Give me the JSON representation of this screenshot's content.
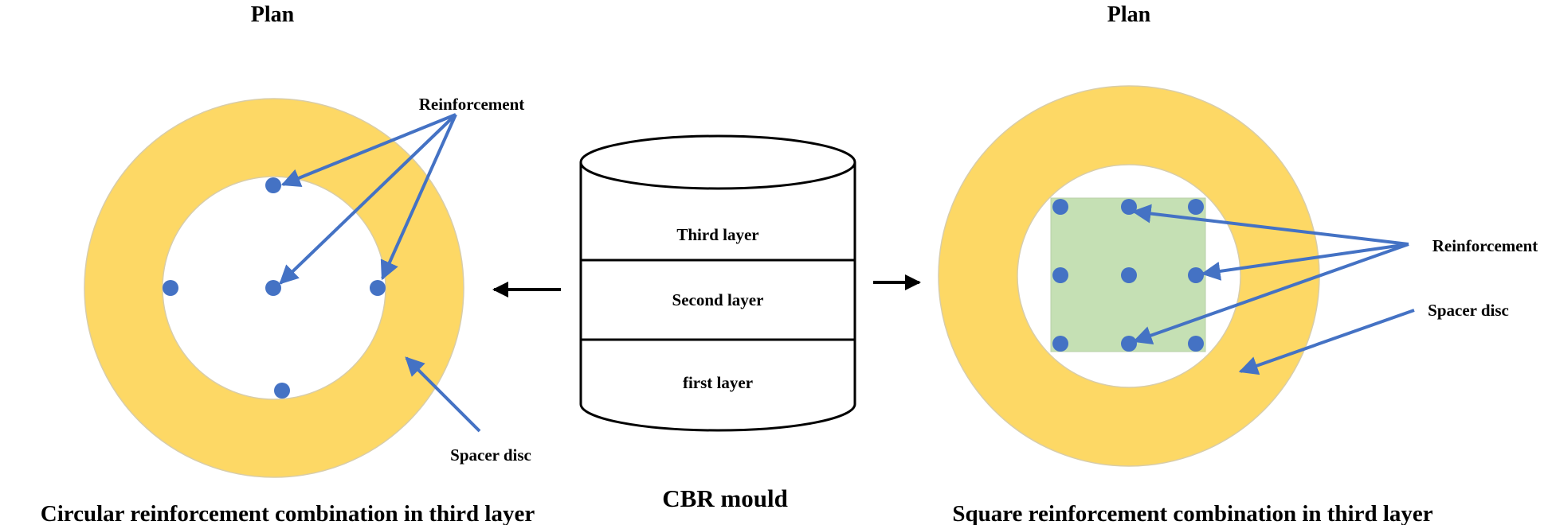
{
  "left_panel": {
    "plan_label": "Plan",
    "reinforcement_label": "Reinforcement",
    "spacer_label": "Spacer disc",
    "caption": "Circular reinforcement combination in third layer"
  },
  "center_panel": {
    "layers": [
      "Third layer",
      "Second layer",
      "first layer"
    ],
    "caption": "CBR mould"
  },
  "right_panel": {
    "plan_label": "Plan",
    "reinforcement_label": "Reinforcement",
    "spacer_label": "Spacer disc",
    "caption": "Square reinforcement combination in third layer"
  },
  "colors": {
    "spacer_ring": "#FDD865",
    "ring_edge": "#D9CDA8",
    "reinforcement_dot": "#4472C4",
    "arrow": "#4472C4",
    "square_fill": "#C5E0B4",
    "mould_stroke": "#000000"
  }
}
